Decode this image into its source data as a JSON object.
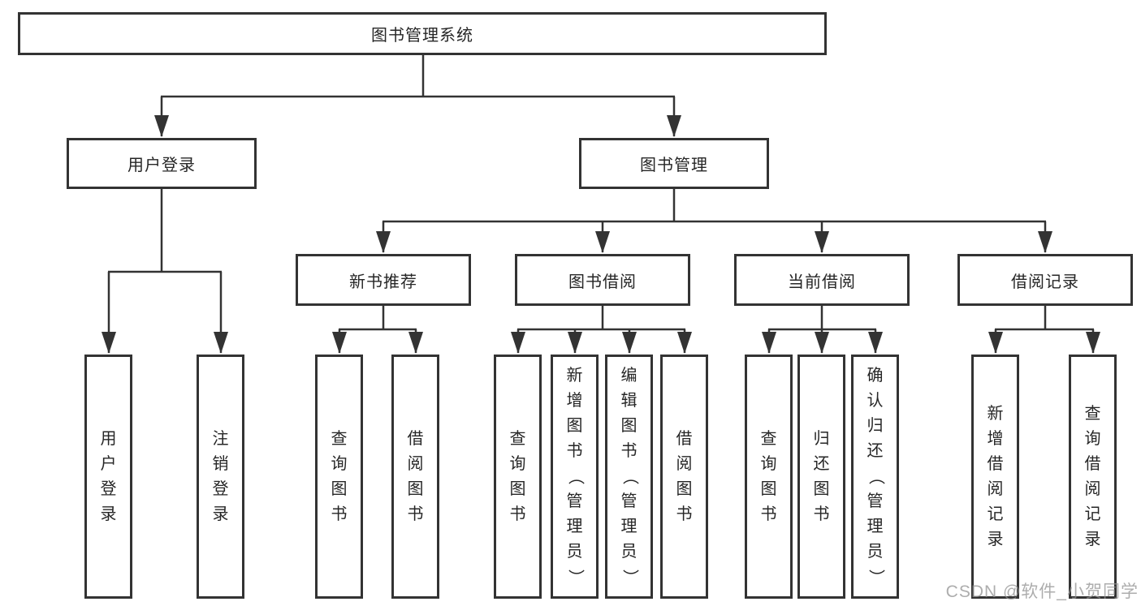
{
  "diagram": {
    "root": "图书管理系统",
    "level2": {
      "user_login": "用户登录",
      "book_mgmt": "图书管理"
    },
    "level3": {
      "new_books": "新书推荐",
      "book_borrow": "图书借阅",
      "current_borrow": "当前借阅",
      "borrow_records": "借阅记录"
    },
    "leaves": {
      "user_login_leaf": "用户登录",
      "logout_leaf": "注销登录",
      "nb_query_books": "查询图书",
      "nb_borrow_books": "借阅图书",
      "bb_query_books": "查询图书",
      "bb_add_books": "新增图书（管理员）",
      "bb_edit_books": "编辑图书（管理员）",
      "bb_borrow_books": "借阅图书",
      "cb_query_books": "查询图书",
      "cb_return_books": "归还图书",
      "cb_confirm_return": "确认归还（管理员）",
      "rec_add_record": "新增借阅记录",
      "rec_query_record": "查询借阅记录"
    }
  },
  "watermark": {
    "text": "CSDN @软件_小贺同学"
  },
  "colors": {
    "line": "#333333",
    "text": "#262626",
    "background": "#ffffff",
    "watermark": "#919191"
  }
}
